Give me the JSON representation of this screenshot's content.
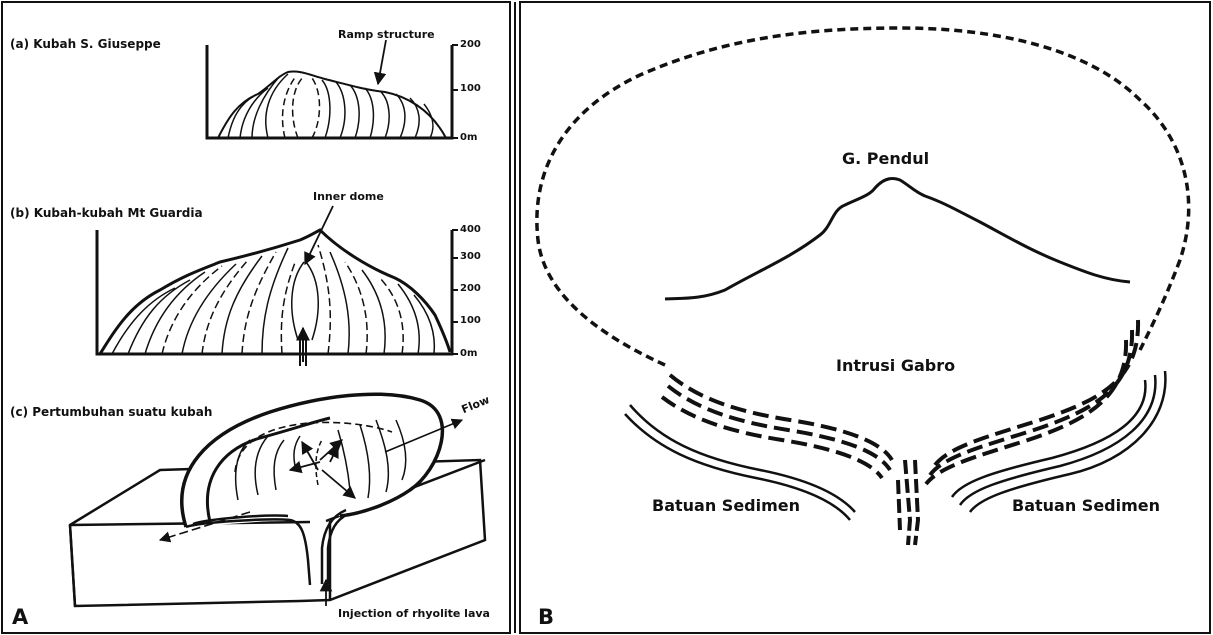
{
  "panel_a": {
    "letter": "A",
    "sub_a": {
      "title": "(a) Kubah S. Giuseppe",
      "annotation": "Ramp structure",
      "ticks": [
        "200",
        "100",
        "0m"
      ]
    },
    "sub_b": {
      "title": "(b) Kubah-kubah Mt Guardia",
      "annotation": "Inner dome",
      "ticks": [
        "400",
        "300",
        "200",
        "100",
        "0m"
      ]
    },
    "sub_c": {
      "title": "(c) Pertumbuhan suatu kubah",
      "flow_label": "Flow",
      "injection_label": "Injection of rhyolite lava"
    }
  },
  "panel_b": {
    "letter": "B",
    "peak_label": "G. Pendul",
    "intrusion_label": "Intrusi Gabro",
    "sediment_left": "Batuan Sedimen",
    "sediment_right": "Batuan Sedimen"
  },
  "colors": {
    "ink": "#111111",
    "background": "#ffffff"
  }
}
